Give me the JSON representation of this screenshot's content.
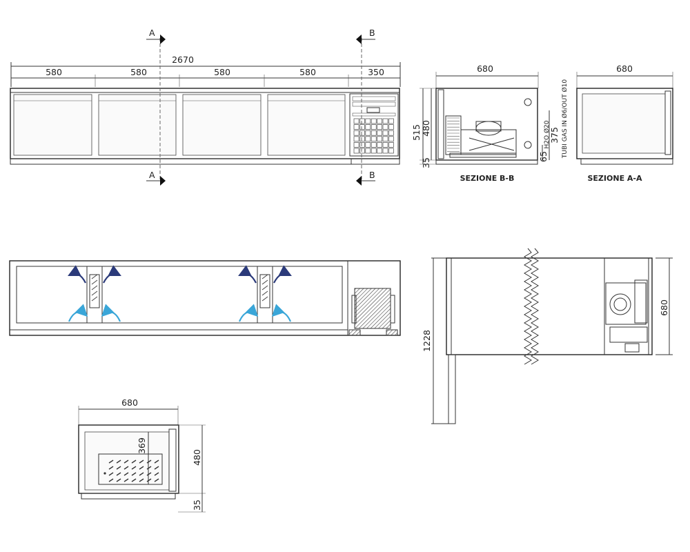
{
  "front_view": {
    "overall_dim": "2670",
    "module_dims": [
      "580",
      "580",
      "580",
      "580",
      "350"
    ],
    "section_marks": [
      "A",
      "A",
      "B",
      "B"
    ]
  },
  "section_bb": {
    "title": "SEZIONE B-B",
    "width_dim": "680",
    "height_dims": [
      "515",
      "480",
      "35"
    ],
    "pipe_dims": [
      "65",
      "375"
    ],
    "pipe_labels": [
      "H2O Ø20",
      "TUBI GAS IN Ø6/OUT Ø10"
    ]
  },
  "section_aa": {
    "title": "SEZIONE A-A",
    "width_dim": "680"
  },
  "plan_right": {
    "length_dim": "1228",
    "depth_dim": "680"
  },
  "well_detail": {
    "width_dim": "680",
    "depth_dims": [
      "369",
      "480",
      "35"
    ]
  },
  "colors": {
    "arrow_dark": "#2b3a7a",
    "arrow_light": "#3aa6d8",
    "line": "#333333"
  }
}
